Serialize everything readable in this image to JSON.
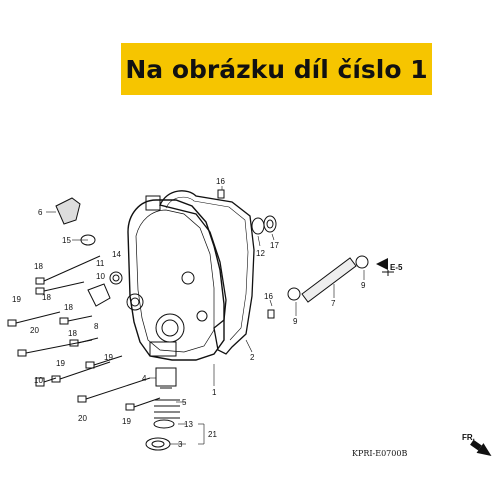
{
  "banner": {
    "text": "Na obrázku díl číslo 1",
    "color": "#f6c500"
  },
  "diagram": {
    "code": "KPRI-E0700B",
    "ref": "E-5",
    "direction": "FR.",
    "callouts": {
      "c1": "1",
      "c2": "2",
      "c3": "3",
      "c4": "4",
      "c5": "5",
      "c6": "6",
      "c7": "7",
      "c8": "8",
      "c9a": "9",
      "c9b": "9",
      "c10": "10",
      "c11": "11",
      "c12": "12",
      "c13": "13",
      "c14": "14",
      "c15": "15",
      "c16a": "16",
      "c16b": "16",
      "c17": "17",
      "c18a": "18",
      "c18b": "18",
      "c18c": "18",
      "c18d": "18",
      "c19a": "19",
      "c19b": "19",
      "c19c": "19",
      "c19d": "19",
      "c20a": "20",
      "c20b": "20",
      "c21": "21"
    }
  }
}
